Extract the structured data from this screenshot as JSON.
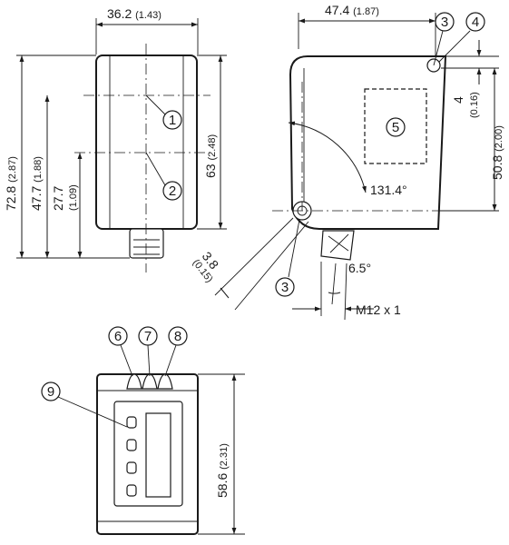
{
  "front_view": {
    "width": "36.2",
    "width_in": "(1.43)",
    "height_total": "72.8",
    "height_total_in": "(2.87)",
    "height_mid": "47.7",
    "height_mid_in": "(1.88)",
    "height_low": "27.7",
    "height_low_in": "(1.09)",
    "height_body": "63",
    "height_body_in": "(2.48)",
    "callout_1": "1",
    "callout_2": "2"
  },
  "side_view": {
    "width": "47.4",
    "width_in": "(1.87)",
    "offset_top": "4",
    "offset_top_in": "(0.16)",
    "height": "50.8",
    "height_in": "(2.00)",
    "angle": "131.4°",
    "hole_dist": "3.8",
    "hole_dist_in": "(0.15)",
    "conn_angle": "6.5°",
    "thread": "M12 x 1",
    "callout_3": "3",
    "callout_4": "4",
    "callout_5": "5",
    "callout_3b": "3"
  },
  "rear_view": {
    "height": "58.6",
    "height_in": "(2.31)",
    "callout_6": "6",
    "callout_7": "7",
    "callout_8": "8",
    "callout_9": "9"
  }
}
